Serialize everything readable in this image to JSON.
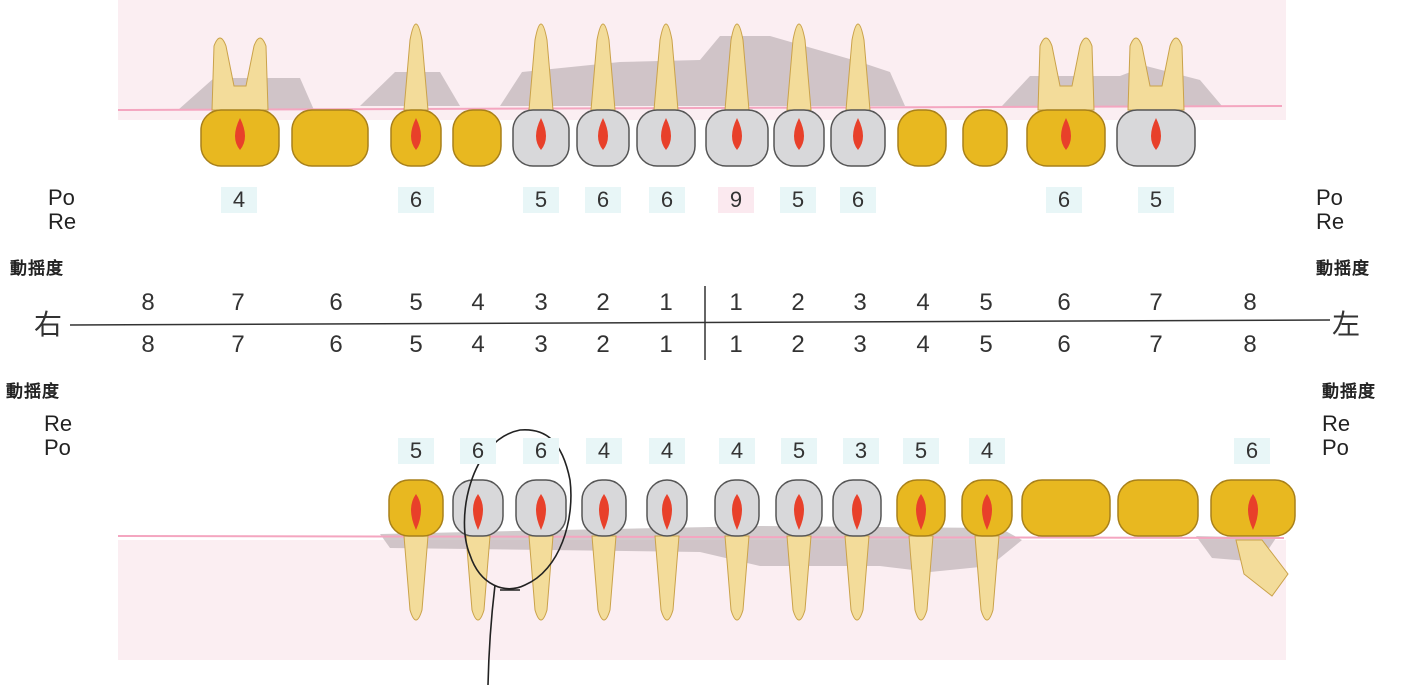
{
  "labels": {
    "po": "Po",
    "re": "Re",
    "mobility": "動揺度",
    "right": "右",
    "left": "左"
  },
  "tooth_numbers": {
    "upper": [
      "8",
      "7",
      "6",
      "5",
      "4",
      "3",
      "2",
      "1",
      "1",
      "2",
      "3",
      "4",
      "5",
      "6",
      "7",
      "8"
    ],
    "lower": [
      "8",
      "7",
      "6",
      "5",
      "4",
      "3",
      "2",
      "1",
      "1",
      "2",
      "3",
      "4",
      "5",
      "6",
      "7",
      "8"
    ]
  },
  "upper_values": [
    "4",
    "6",
    "5",
    "6",
    "6",
    "9",
    "5",
    "6",
    "6",
    "5"
  ],
  "lower_values": [
    "5",
    "6",
    "6",
    "4",
    "4",
    "4",
    "5",
    "3",
    "5",
    "4",
    "6"
  ],
  "colors": {
    "gold_crown": "#e8b820",
    "silver_crown": "#d8d8da",
    "pulp": "#e8402a",
    "root": "#f3dc9a",
    "gum_line": "#f4a6c0",
    "bone": "#b9aeb0"
  }
}
